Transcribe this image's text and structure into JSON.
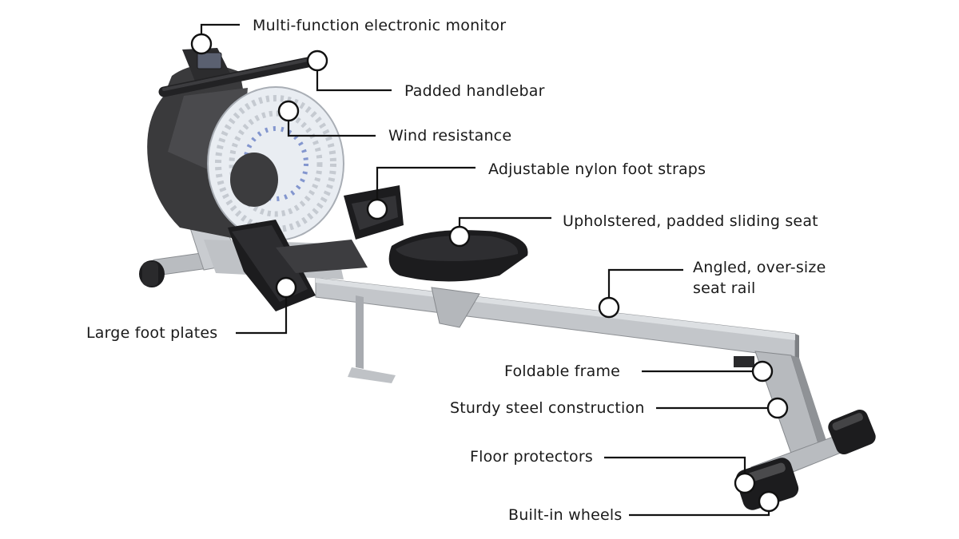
{
  "colors": {
    "frame_steel": "#b9bcc0",
    "housing_dark": "#3a3a3c",
    "fan_white": "#e9edf2",
    "fan_accent": "#2f4fb0",
    "pad_black": "#1c1c1e",
    "leader": "#111111"
  },
  "callouts": [
    {
      "id": "monitor",
      "text": "Multi-function electronic monitor"
    },
    {
      "id": "handlebar",
      "text": "Padded handlebar"
    },
    {
      "id": "wind",
      "text": "Wind resistance"
    },
    {
      "id": "straps",
      "text": "Adjustable nylon foot straps"
    },
    {
      "id": "seat",
      "text": "Upholstered, padded sliding seat"
    },
    {
      "id": "rail",
      "text": "Angled, over-size",
      "text2": "seat rail"
    },
    {
      "id": "footplates",
      "text": "Large foot plates"
    },
    {
      "id": "foldable",
      "text": "Foldable frame"
    },
    {
      "id": "steel",
      "text": "Sturdy steel construction"
    },
    {
      "id": "protectors",
      "text": "Floor protectors"
    },
    {
      "id": "wheels",
      "text": "Built-in wheels"
    }
  ]
}
